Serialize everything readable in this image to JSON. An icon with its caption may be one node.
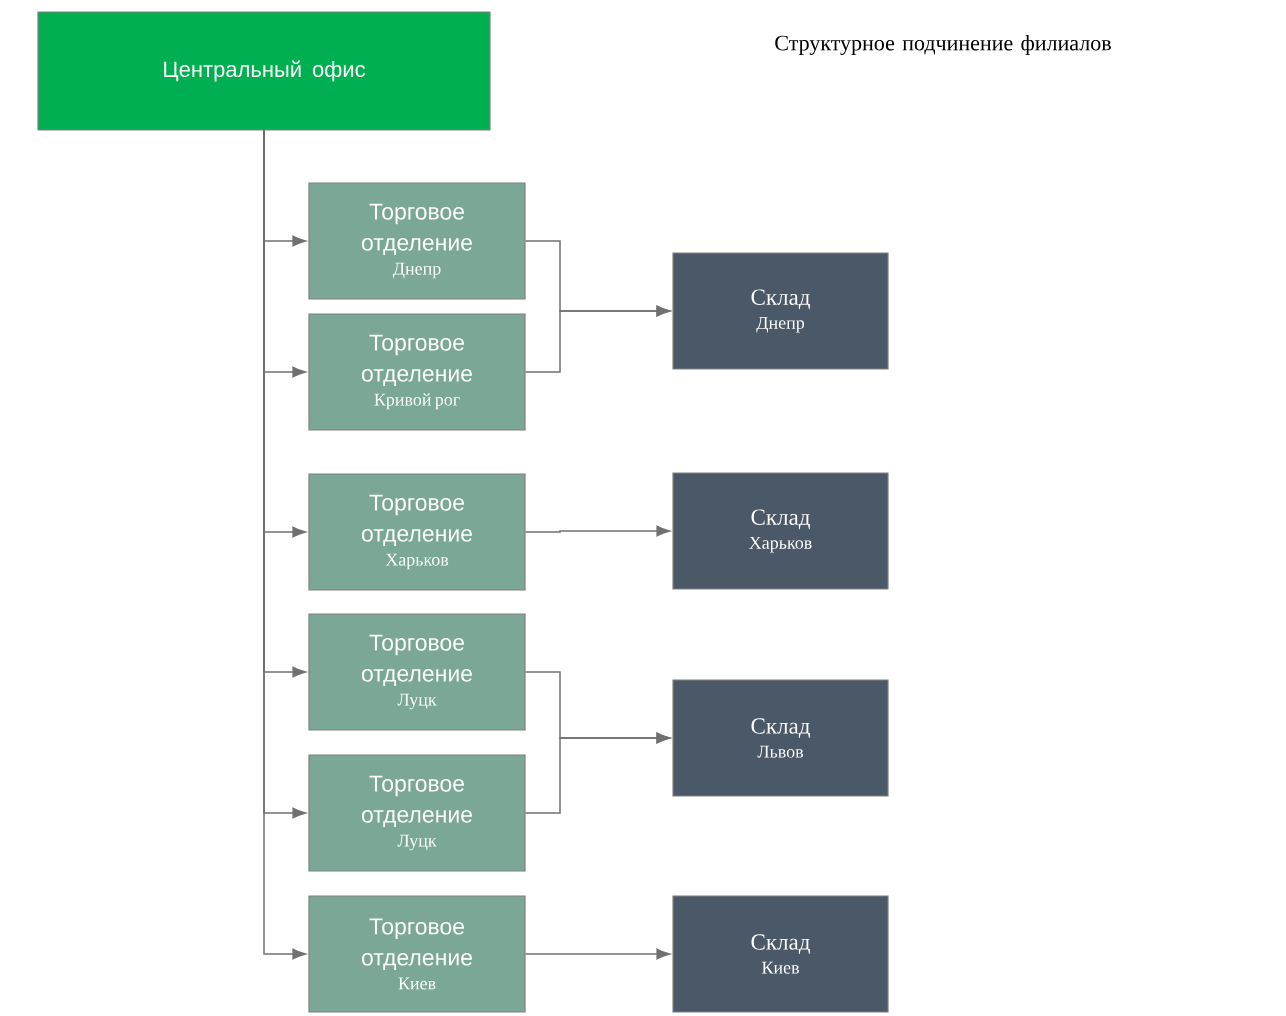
{
  "diagram": {
    "title": "Структурное подчинение филиалов",
    "nodes": [
      {
        "text": [
          "Центральный офис"
        ]
      },
      {
        "text": [
          "Торговое отделение",
          "Днепр"
        ]
      },
      {
        "text": [
          "Торговое отделение",
          "Кривой рог"
        ]
      },
      {
        "text": [
          "Торговое отделение",
          "Харьков"
        ]
      },
      {
        "text": [
          "Торговое отделение",
          "Луцк"
        ]
      },
      {
        "text": [
          "Торговое отделение",
          "Луцк"
        ]
      },
      {
        "text": [
          "Торговое отделение",
          "Киев"
        ]
      },
      {
        "text": [
          "Склад",
          "Днепр"
        ]
      },
      {
        "text": [
          "Склад",
          "Харьков"
        ]
      },
      {
        "text": [
          "Склад",
          "Львов"
        ]
      },
      {
        "text": [
          "Склад",
          "Киев"
        ]
      }
    ],
    "edges": [
      {
        "from": 0,
        "to": 1,
        "arrow": "to"
      },
      {
        "from": 0,
        "to": 2,
        "arrow": "to"
      },
      {
        "from": 0,
        "to": 3,
        "arrow": "to"
      },
      {
        "from": 0,
        "to": 4,
        "arrow": "to"
      },
      {
        "from": 0,
        "to": 5,
        "arrow": "to"
      },
      {
        "from": 0,
        "to": 6,
        "arrow": "to"
      },
      {
        "from": 1,
        "to": 7,
        "arrow": "to"
      },
      {
        "from": 2,
        "to": 7,
        "arrow": "to"
      },
      {
        "from": 3,
        "to": 8,
        "arrow": "to"
      },
      {
        "from": 4,
        "to": 9,
        "arrow": "to"
      },
      {
        "from": 5,
        "to": 9,
        "arrow": "to"
      },
      {
        "from": 6,
        "to": 10,
        "arrow": "to"
      }
    ]
  }
}
